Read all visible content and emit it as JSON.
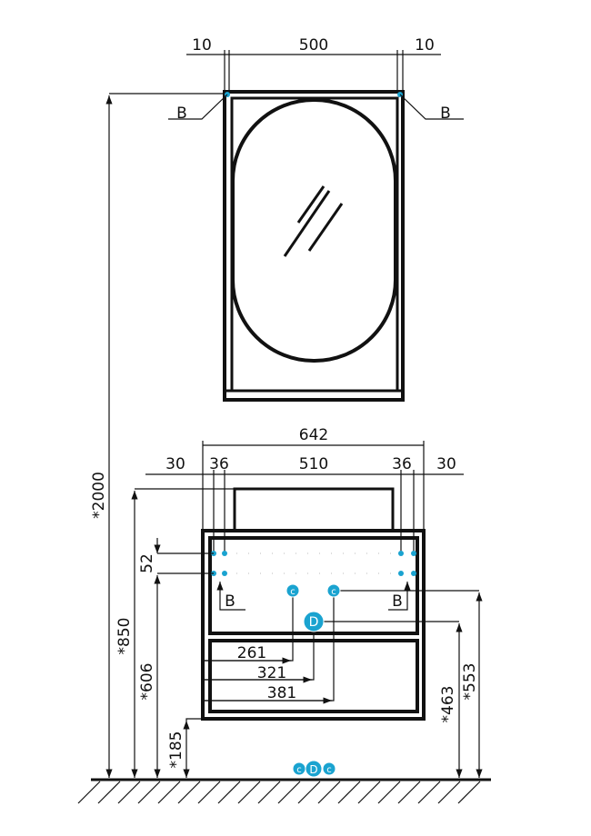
{
  "mirror": {
    "dims": {
      "left_gap": "10",
      "width": "500",
      "right_gap": "10",
      "total_height": "*2000"
    },
    "section_labels": {
      "left": "B",
      "right": "B"
    }
  },
  "cabinet": {
    "dims": {
      "overall_width": "642",
      "side_left": "30",
      "hole_left": "36",
      "inner": "510",
      "hole_right": "36",
      "side_right": "30",
      "hole_spacing": "52",
      "height_850": "*850",
      "height_606": "*606",
      "height_185": "*185",
      "height_463": "*463",
      "height_553": "*553",
      "offset_261": "261",
      "offset_321": "321",
      "offset_381": "381"
    },
    "section_labels": {
      "left": "B",
      "right": "B"
    },
    "markers": {
      "cold": "c",
      "drain": "D",
      "hot": "c"
    }
  },
  "colors": {
    "marker": "#1aa3d0",
    "line": "#111111"
  }
}
